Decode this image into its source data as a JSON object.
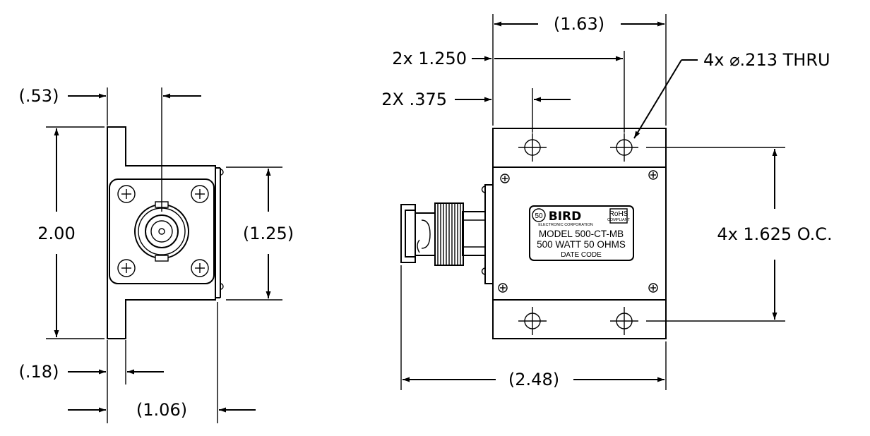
{
  "left_view": {
    "height_dim": "2.00",
    "flange_offset_dim": "(.53)",
    "flange_thickness_dim": "(.18)",
    "depth_dim": "(1.06)",
    "body_height_dim": "(1.25)"
  },
  "right_view": {
    "overall_width_dim": "(1.63)",
    "hole_spacing_dim": "2x 1.250",
    "hole_edge_dim": "2X .375",
    "hole_callout": "4x ⌀.213 THRU",
    "vertical_spacing_dim": "4x 1.625 O.C.",
    "overall_length_dim": "(2.48)"
  },
  "label_plate": {
    "badge": "50",
    "brand": "BIRD",
    "company": "ELECTRONIC CORPORATION",
    "rohs": "RoHS",
    "rohs_note": "COMPLIANT",
    "model": "MODEL 500-CT-MB",
    "rating": "500 WATT  50 OHMS",
    "date": "DATE CODE"
  }
}
